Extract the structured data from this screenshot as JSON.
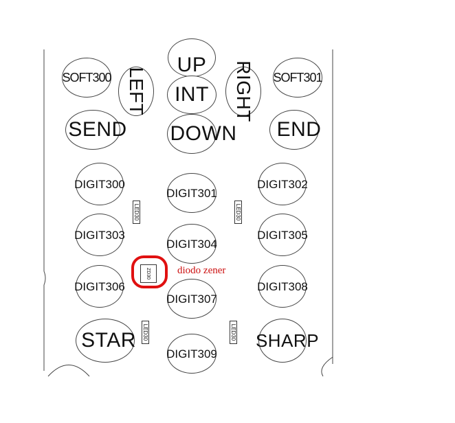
{
  "keys": {
    "soft300": "SOFT300",
    "soft301": "SOFT301",
    "left": "LEFT",
    "right": "RIGHT",
    "up": "UP",
    "int": "INT",
    "down": "DOWN",
    "send": "SEND",
    "end": "END",
    "digit300": "DIGIT300",
    "digit301": "DIGIT301",
    "digit302": "DIGIT302",
    "digit303": "DIGIT303",
    "digit304": "DIGIT304",
    "digit305": "DIGIT305",
    "digit306": "DIGIT306",
    "digit307": "DIGIT307",
    "digit308": "DIGIT308",
    "digit309": "DIGIT309",
    "star": "STAR",
    "sharp": "SHARP"
  },
  "components": {
    "led_a": "LED30",
    "led_b": "LED30",
    "led_c": "LED30",
    "led_d": "LED30",
    "zener": "ZD30"
  },
  "annotation": "diodo zener",
  "colors": {
    "annotation": "#cc1010",
    "outline": "#444444"
  }
}
